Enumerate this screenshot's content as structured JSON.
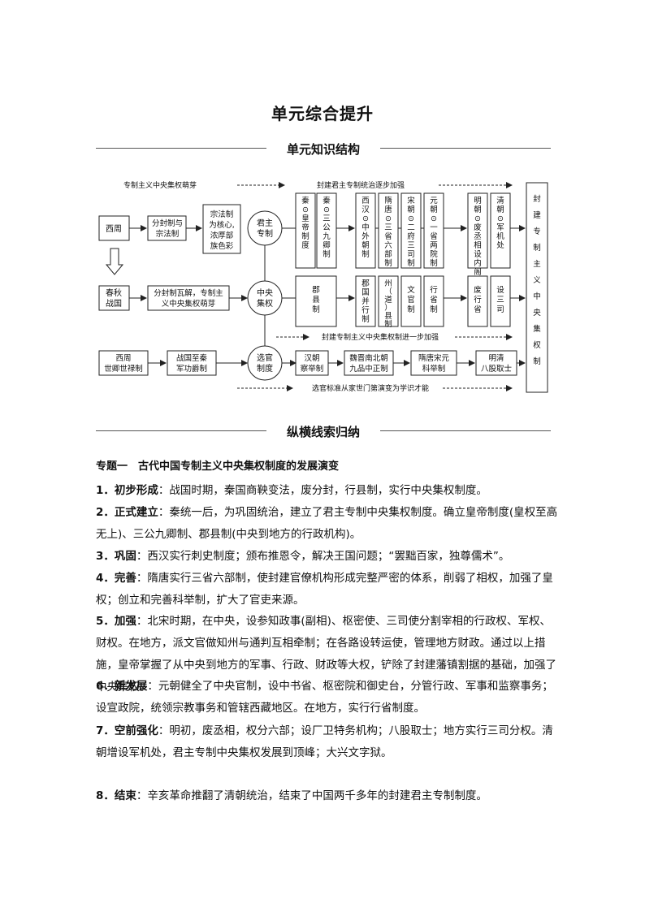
{
  "title": "单元综合提升",
  "section1": "单元知识结构",
  "section2": "纵横线索归纳",
  "diagram": {
    "arrow_top_left": "专制主义中央集权萌芽",
    "arrow_top_right": "封建君主专制统治逐步加强",
    "arrow_mid": "封建专制主义中央集权制进一步加强",
    "arrow_bottom": "选官标准从家世门第演变为学识才能",
    "xizhou": "西周",
    "fenfeng": "分封制与宗法制",
    "zongfa": "宗法制为核心，浓厚部族色彩",
    "chunqiu": "春秋战国",
    "wajie": "分封制瓦解，专制主义中央集权萌芽",
    "junzhu": "君主专制",
    "zhongyang": "中央集权",
    "xuanguan": "选官制度",
    "qin1": "秦",
    "qin1_sub": "皇帝制度",
    "qin2": "秦",
    "qin2_sub": "三公九卿制",
    "junxian": "郡县制",
    "xihan": "西汉",
    "xihan_sub": "中外朝制",
    "suitang": "隋唐",
    "suitang_sub": "三省六部制",
    "song": "宋朝",
    "song_sub": "二府三司制",
    "yuan": "元朝",
    "yuan_sub": "一省两院制",
    "junguo": "郡国并行制",
    "zhou": "州（道）县制",
    "wenguan": "文官制",
    "xingsheng": "行省制",
    "ming": "明朝",
    "ming_sub": "废丞相设内阁",
    "qing": "清朝",
    "qing_sub": "军机处",
    "fei": "废行省",
    "sansi": "设三司",
    "final": "封建专制主义中央集权制",
    "shiqing": "西周世卿世禄制",
    "jungong": "战国至秦军功爵制",
    "chaju": "汉朝察举制",
    "jiupin": "魏晋南北朝九品中正制",
    "keju": "隋唐宋元科举制",
    "bagu": "明清八股取士"
  },
  "topic1": "专题一　古代中国专制主义中央集权制度的发展演变",
  "items": [
    {
      "head": "1．初步形成",
      "text": "：战国时期，秦国商鞅变法，废分封，行县制，实行中央集权制度。"
    },
    {
      "head": "2．正式建立",
      "text": "：秦统一后，为巩固统治，建立了君主专制中央集权制度。确立皇帝制度(皇权至高无上)、三公九卿制、郡县制(中央到地方的行政机构)。"
    },
    {
      "head": "3．巩固",
      "text": "：西汉实行刺史制度；颁布推恩令，解决王国问题；“罢黜百家，独尊儒术”。"
    },
    {
      "head": "4．完善",
      "text": "：隋唐实行三省六部制，使封建官僚机构形成完整严密的体系，削弱了相权，加强了皇权；创立和完善科举制，扩大了官吏来源。"
    },
    {
      "head": "5．加强",
      "text": "：北宋时期，在中央，设参知政事(副相)、枢密使、三司使分割宰相的行政权、军权、财权。在地方，派文官做知州与通判互相牵制；在各路设转运使，管理地方财政。通过以上措施，皇帝掌握了从中央到地方的军事、行政、财政等大权，铲除了封建藩镇割据的基础，加强了中央集权。"
    },
    {
      "head": "6．新发展",
      "text": "：元朝健全了中央官制，设中书省、枢密院和御史台，分管行政、军事和监察事务；设宣政院，统领宗教事务和管辖西藏地区。在地方，实行行省制度。"
    },
    {
      "head": "7．空前强化",
      "text": "：明初，废丞相，权分六部；设厂卫特务机构；八股取士；地方实行三司分权。清朝增设军机处，君主专制中央集权发展到顶峰；大兴文字狱。"
    },
    {
      "head": "8．结束",
      "text": "：辛亥革命推翻了清朝统治，结束了中国两千多年的封建君主专制制度。"
    }
  ]
}
